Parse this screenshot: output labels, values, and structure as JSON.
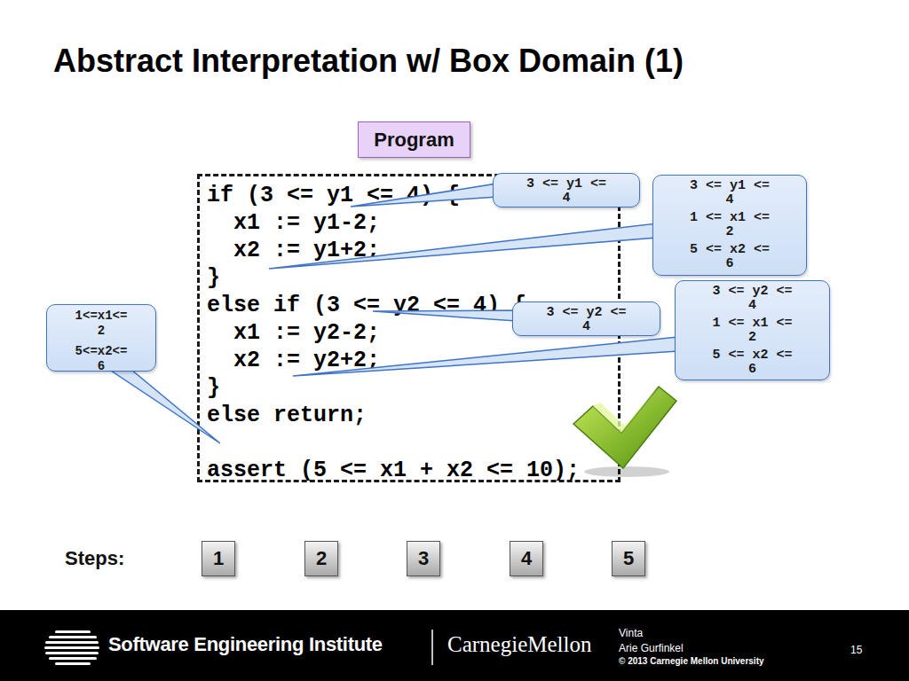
{
  "diagram": {
    "title": "Abstract Interpretation w/ Box Domain (1)",
    "nodes": [
      {
        "text": [
          "Program"
        ]
      },
      {
        "text": [
          "if (3 <= y1 <= 4) {",
          "x1 := y1-2;",
          "x2 := y1+2;",
          "}",
          "else if (3 <= y2 <= 4) {",
          "x1 := y2-2;",
          "x2 := y2+2;",
          "}",
          "else return;",
          "assert (5 <= x1 + x2 <= 10);"
        ]
      },
      {
        "text": [
          "3 <= y1 <= 4"
        ]
      },
      {
        "text": [
          "3 <= y1 <= 4",
          "1 <= x1 <= 2",
          "5 <= x2 <= 6"
        ]
      },
      {
        "text": [
          "3 <= y2 <= 4"
        ]
      },
      {
        "text": [
          "3 <= y2 <= 4",
          "1 <= x1 <= 2",
          "5 <= x2 <= 6"
        ]
      },
      {
        "text": [
          "1<=x1<= 2",
          "5<=x2<= 6"
        ]
      },
      {
        "text": [
          "1"
        ]
      },
      {
        "text": [
          "2"
        ]
      },
      {
        "text": [
          "3"
        ]
      },
      {
        "text": [
          "4"
        ]
      },
      {
        "text": [
          "5"
        ]
      }
    ],
    "labels": [
      "Steps:",
      "Software Engineering Institute",
      "CarnegieMellon",
      "Vinta",
      "Arie Gurfinkel",
      "© 2013 Carnegie Mellon University",
      "15"
    ]
  }
}
